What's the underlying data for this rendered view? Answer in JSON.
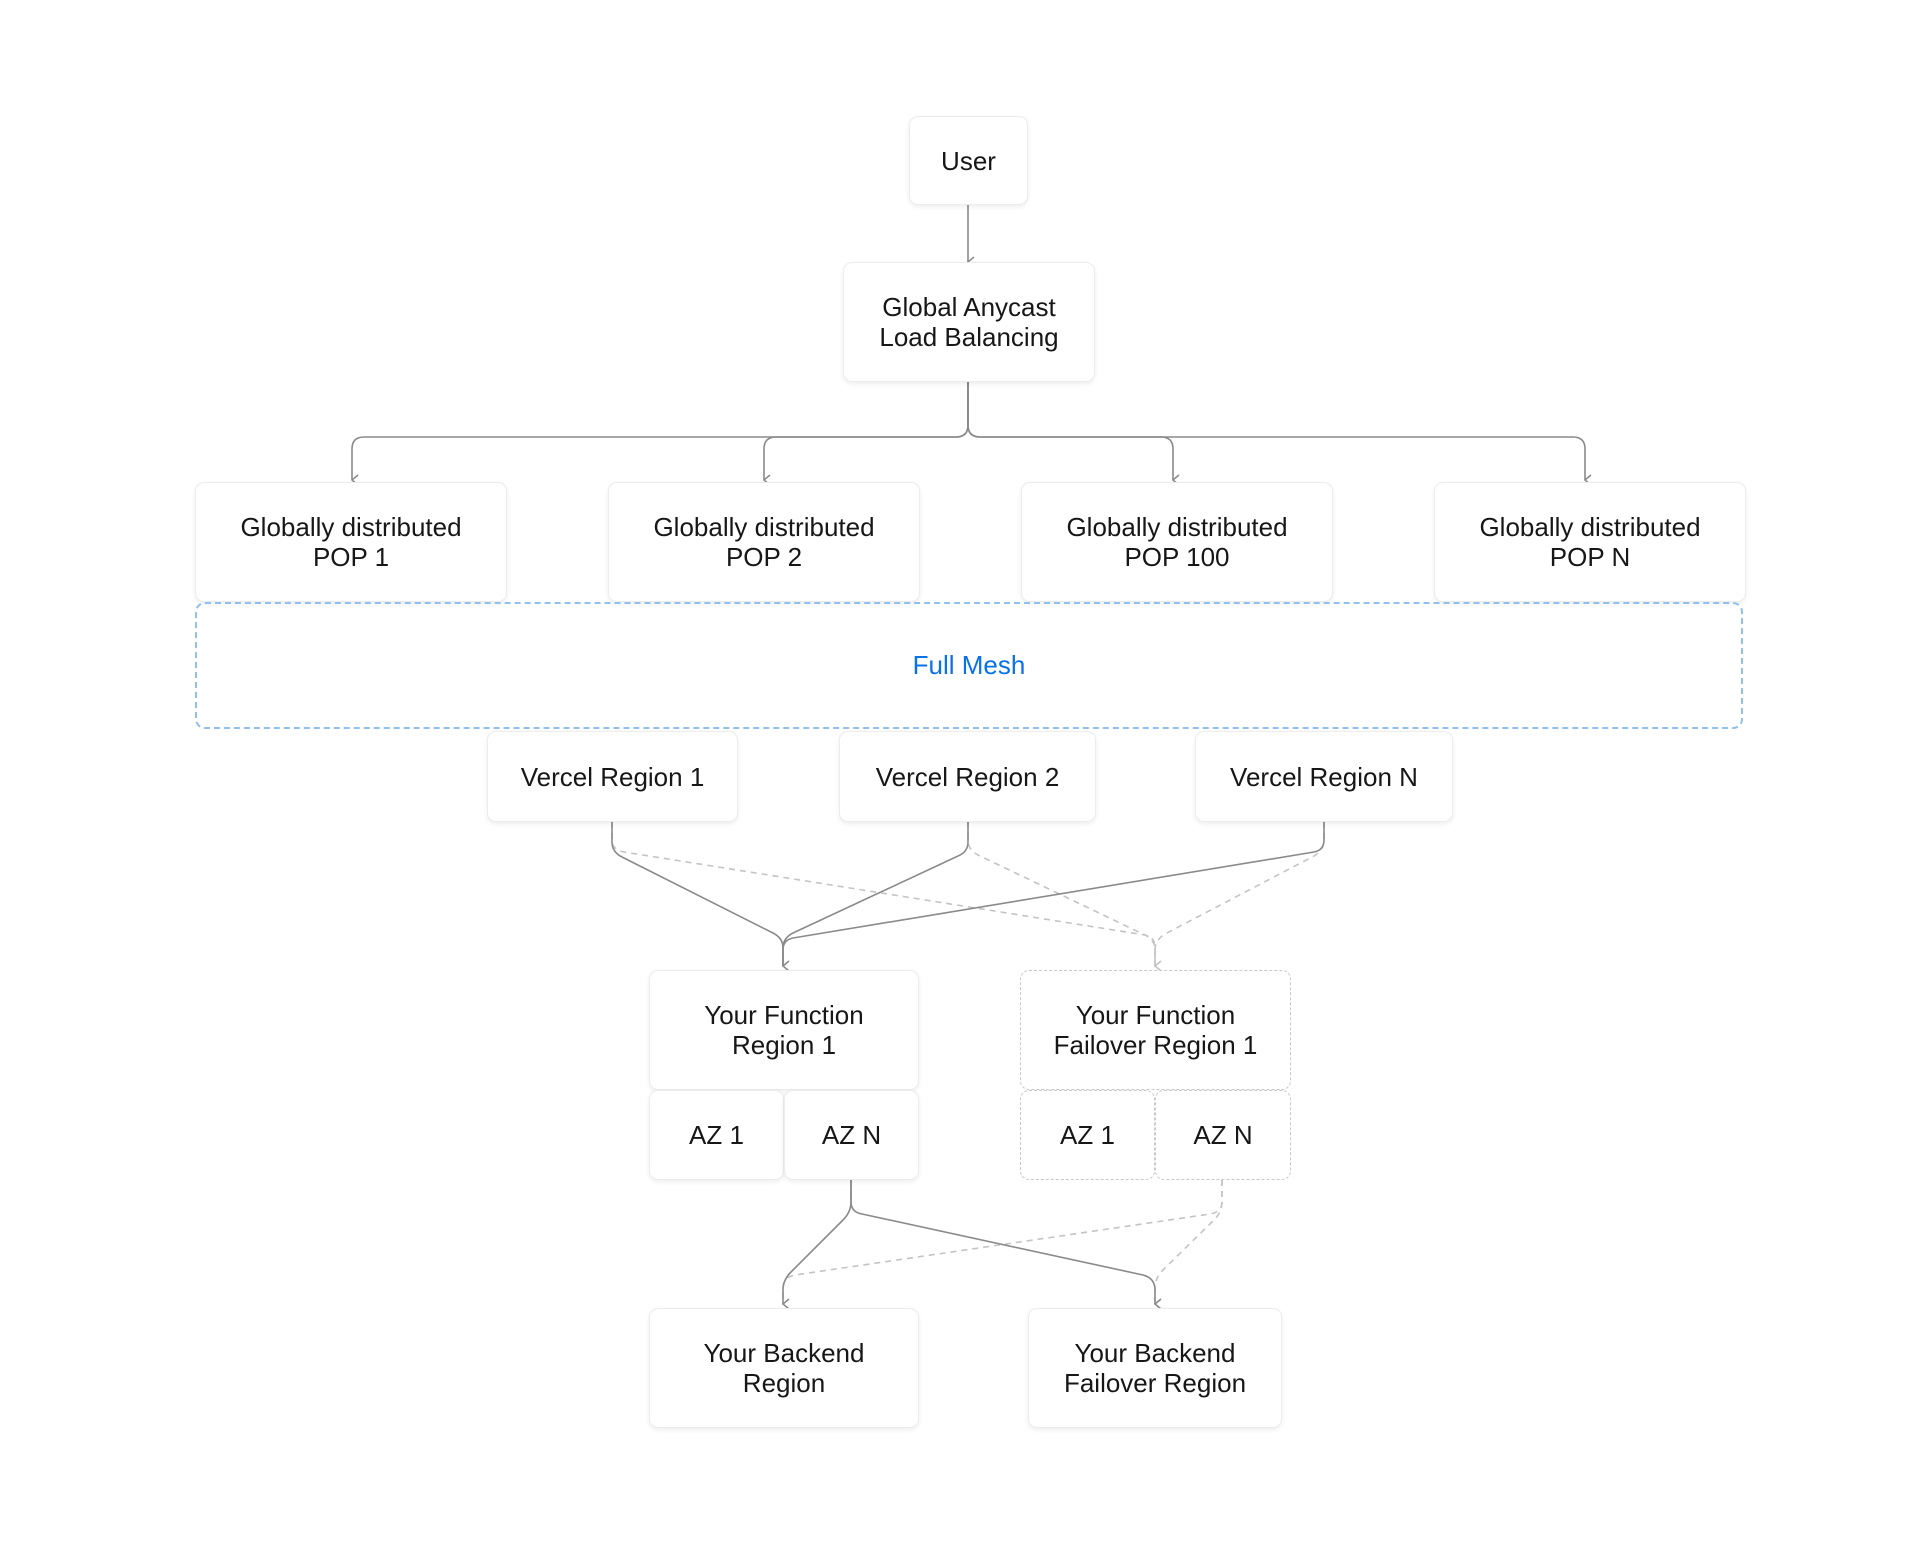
{
  "nodes": {
    "user": "User",
    "anycast": [
      "Global Anycast",
      "Load Balancing"
    ],
    "pops": [
      [
        "Globally distributed",
        "POP 1"
      ],
      [
        "Globally distributed",
        "POP 2"
      ],
      [
        "Globally distributed",
        "POP 100"
      ],
      [
        "Globally distributed",
        "POP N"
      ]
    ],
    "mesh": "Full Mesh",
    "regions": [
      "Vercel Region 1",
      "Vercel Region 2",
      "Vercel Region N"
    ],
    "function_primary": [
      "Your Function",
      "Region 1"
    ],
    "function_failover": [
      "Your Function",
      "Failover Region 1"
    ],
    "az_primary": [
      "AZ 1",
      "AZ N"
    ],
    "az_failover": [
      "AZ 1",
      "AZ N"
    ],
    "backend_primary": [
      "Your Backend",
      "Region"
    ],
    "backend_failover": [
      "Your Backend",
      "Failover Region"
    ]
  },
  "colors": {
    "border": "#ececec",
    "text": "#171717",
    "connector": "#8a8a8a",
    "connector_dashed": "#c4c4c4",
    "mesh_border": "#8fc0ef",
    "mesh_text": "#0a72e8"
  }
}
